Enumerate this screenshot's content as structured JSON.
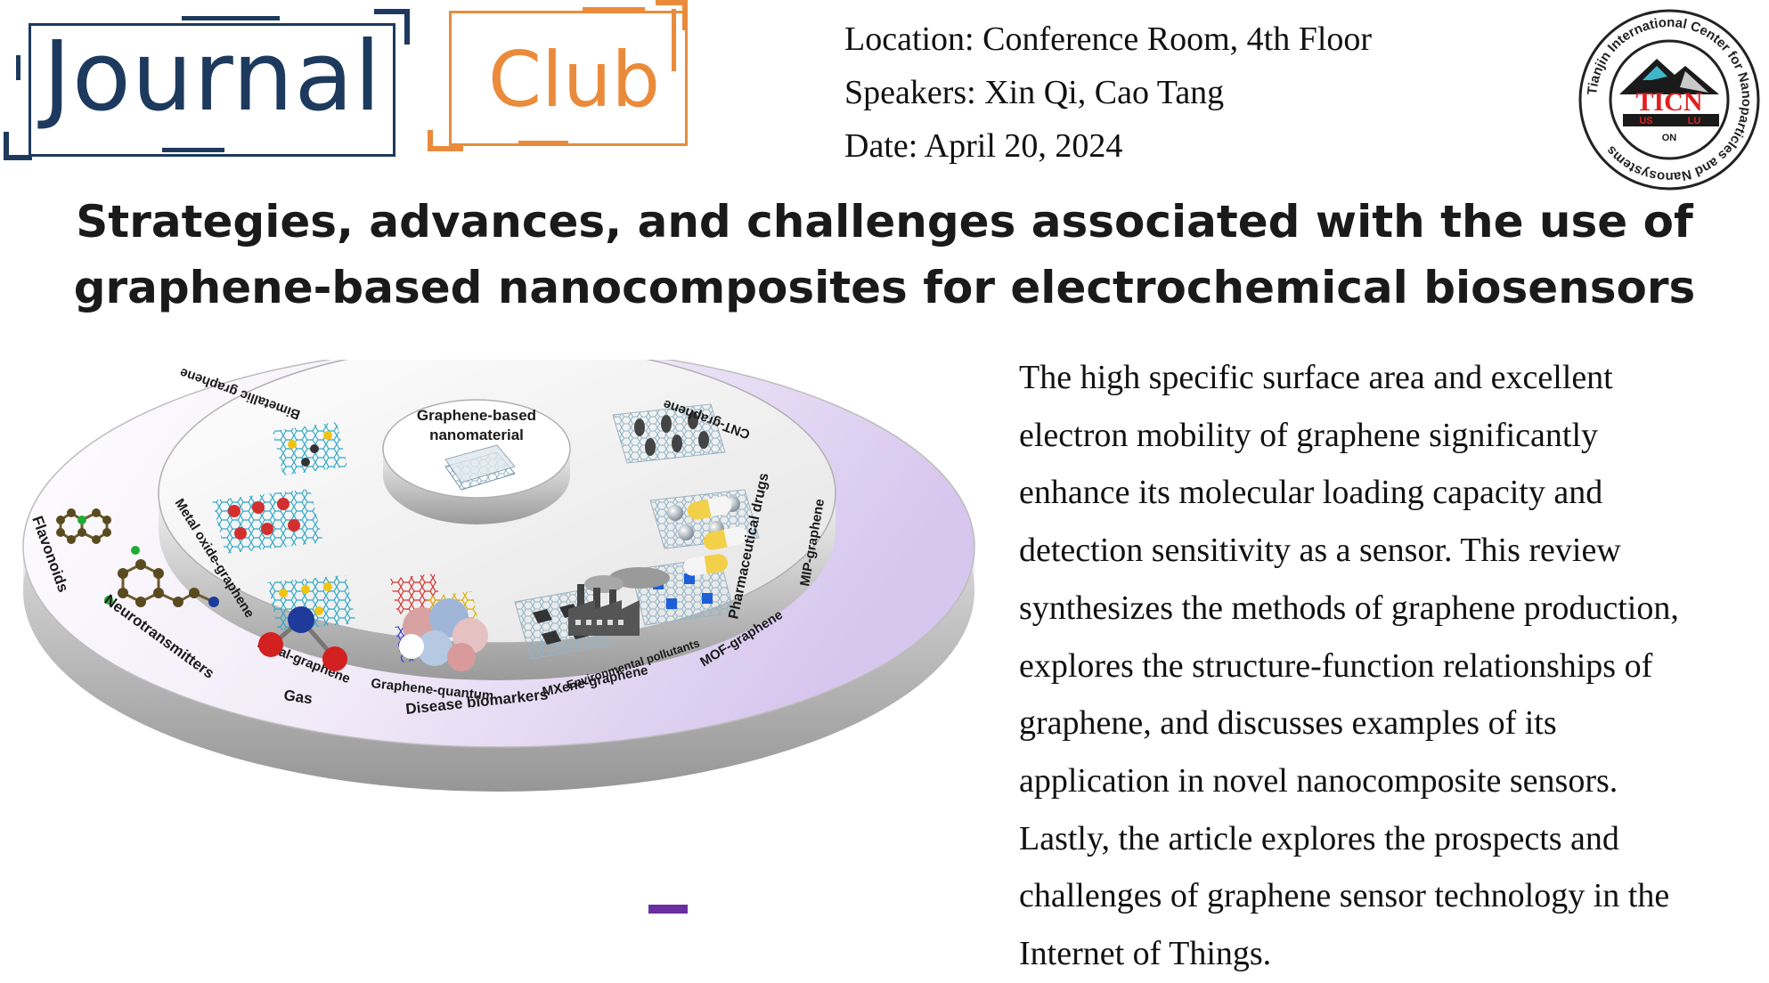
{
  "logos": {
    "journal": "Journal",
    "club": "Club",
    "emblem_ring_text": "Tianjin International Center for Nanoparticles and Nanosystems",
    "emblem_center": "TICN",
    "emblem_sub": [
      "US",
      "LU",
      "ON"
    ]
  },
  "event": {
    "location": "Location: Conference Room, 4th Floor",
    "speakers": "Speakers: Xin Qi, Cao Tang",
    "date": "Date: April 20, 2024"
  },
  "title": {
    "line1": "Strategies, advances, and challenges associated with the use of",
    "line2": "graphene-based nanocomposites for electrochemical biosensors"
  },
  "abstract": {
    "lines": [
      "The high specific surface area and excellent",
      "electron mobility of graphene significantly",
      "enhance its molecular loading capacity and",
      "detection sensitivity as a sensor. This review",
      "synthesizes the methods of graphene production,",
      "explores the structure-function relationships of",
      "graphene, and discusses examples of its",
      "application in novel nanocomposite sensors.",
      "Lastly, the article explores the prospects and",
      "challenges of graphene sensor technology in the",
      "Internet of Things."
    ]
  },
  "figure": {
    "center": [
      "Graphene-based",
      "nanomaterial"
    ],
    "upper_tier": {
      "bimetallic": "Bimetallic graphene",
      "metal_oxide": "Metal oxide-graphene",
      "metal": "Metal-graphene",
      "quantum": "Graphene-quantum",
      "mxene": "MXene-graphene",
      "mof": "MOF-graphene",
      "mip": "MIP-graphene",
      "cnt": "CNT-graphene"
    },
    "lower_tier": {
      "flavonoids": "Flavonoids",
      "neurotransmitters": "Neurotransmitters",
      "gas": "Gas",
      "disease_biomarkers": "Disease biomarkers",
      "environmental_pollutants": "Environmental pollutants",
      "pharmaceutical_drugs": "Pharmaceutical drugs"
    }
  },
  "colors": {
    "navy": "#1d3a5e",
    "orange": "#ea8b3b",
    "lavender": "#ddd0ef",
    "purple_marker": "#6b2fa0"
  }
}
